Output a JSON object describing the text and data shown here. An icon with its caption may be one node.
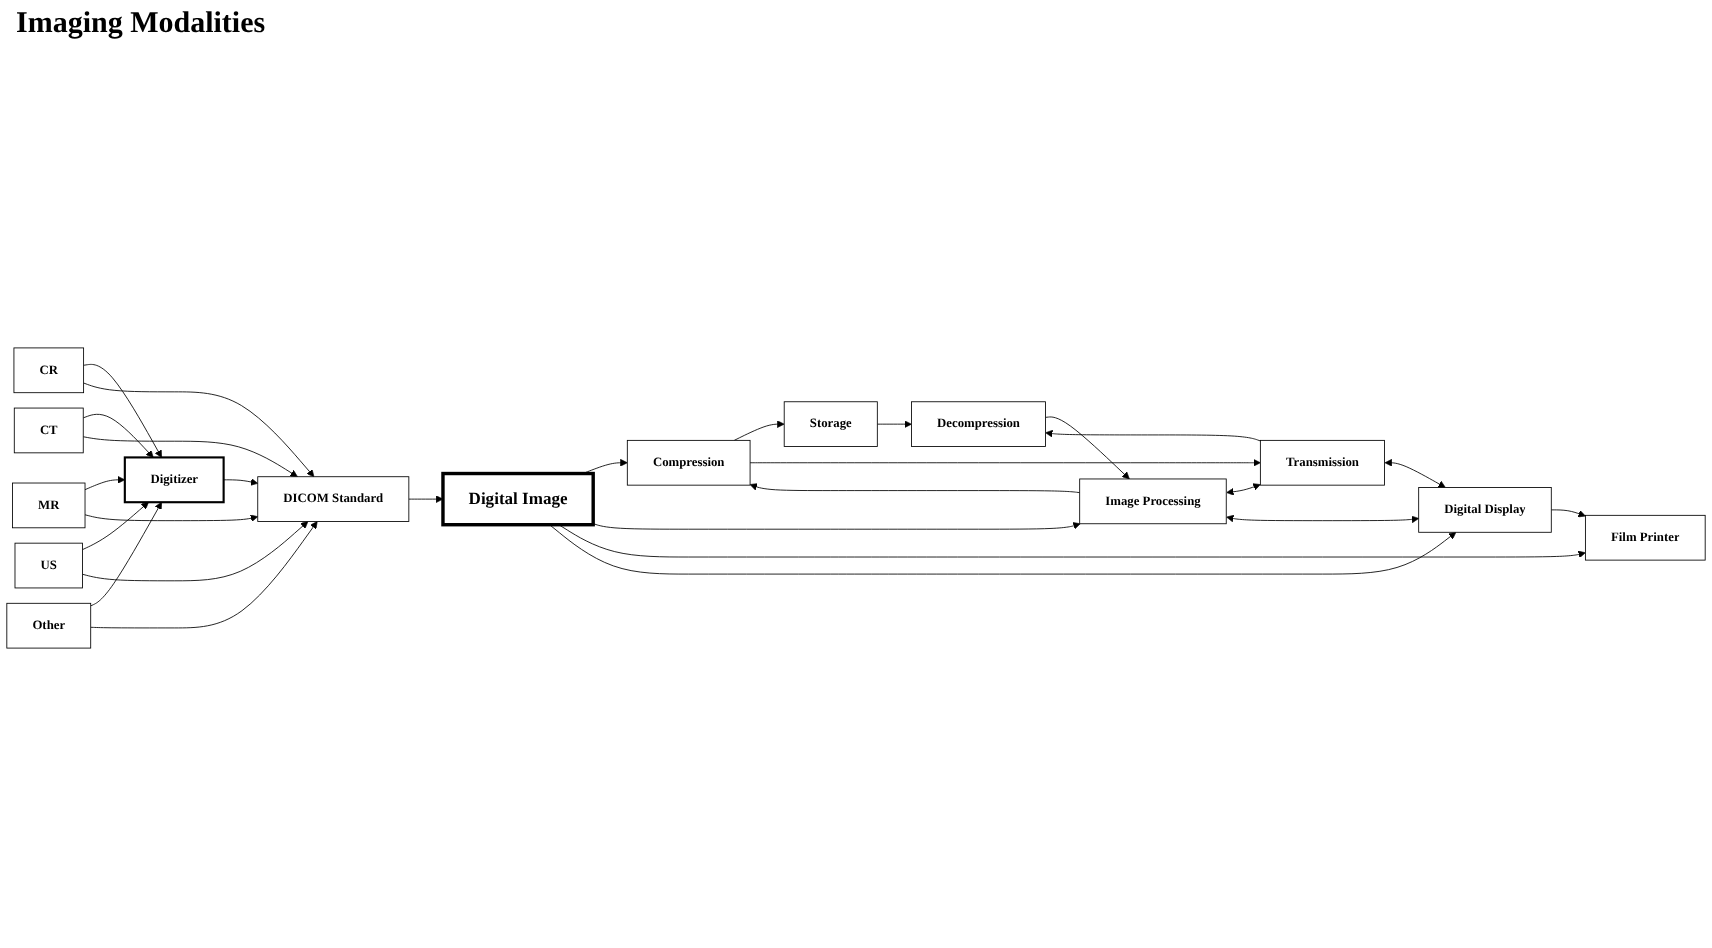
{
  "diagram": {
    "title": "Imaging Modalities",
    "nodes": [
      {
        "text": [
          "CR"
        ]
      },
      {
        "text": [
          "CT"
        ]
      },
      {
        "text": [
          "MR"
        ]
      },
      {
        "text": [
          "US"
        ]
      },
      {
        "text": [
          "Other"
        ]
      },
      {
        "text": [
          "Digitizer"
        ]
      },
      {
        "text": [
          "DICOM Standard"
        ]
      },
      {
        "text": [
          "Digital Image"
        ]
      },
      {
        "text": [
          "Compression"
        ]
      },
      {
        "text": [
          "Storage"
        ]
      },
      {
        "text": [
          "Decompression"
        ]
      },
      {
        "text": [
          "Image Processing"
        ]
      },
      {
        "text": [
          "Transmission"
        ]
      },
      {
        "text": [
          "Film Printer"
        ]
      },
      {
        "text": [
          "Digital Display"
        ]
      }
    ],
    "edges": [
      {
        "from": 0,
        "to": 5,
        "arrow": "to"
      },
      {
        "from": 1,
        "to": 5,
        "arrow": "to"
      },
      {
        "from": 2,
        "to": 5,
        "arrow": "to"
      },
      {
        "from": 3,
        "to": 5,
        "arrow": "to"
      },
      {
        "from": 4,
        "to": 5,
        "arrow": "to"
      },
      {
        "from": 0,
        "to": 6,
        "arrow": "to"
      },
      {
        "from": 1,
        "to": 6,
        "arrow": "to"
      },
      {
        "from": 2,
        "to": 6,
        "arrow": "to"
      },
      {
        "from": 3,
        "to": 6,
        "arrow": "to"
      },
      {
        "from": 4,
        "to": 6,
        "arrow": "to"
      },
      {
        "from": 5,
        "to": 6,
        "arrow": "to"
      },
      {
        "from": 6,
        "to": 7,
        "arrow": "to"
      },
      {
        "from": 7,
        "to": 8,
        "arrow": "to"
      },
      {
        "from": 7,
        "to": 11,
        "arrow": "to"
      },
      {
        "from": 7,
        "to": 13,
        "arrow": "to"
      },
      {
        "from": 7,
        "to": 14,
        "arrow": "to"
      },
      {
        "from": 8,
        "to": 9,
        "arrow": "to"
      },
      {
        "from": 8,
        "to": 12,
        "arrow": "to"
      },
      {
        "from": 11,
        "to": 8,
        "arrow": "to"
      },
      {
        "from": 9,
        "to": 10,
        "arrow": "to"
      },
      {
        "from": 10,
        "to": 11,
        "arrow": "to"
      },
      {
        "from": 12,
        "to": 10,
        "arrow": "to"
      },
      {
        "from": 11,
        "to": 12,
        "arrow": "both"
      },
      {
        "from": 11,
        "to": 14,
        "arrow": "both"
      },
      {
        "from": 12,
        "to": 14,
        "arrow": "both"
      },
      {
        "from": 14,
        "to": 13,
        "arrow": "to"
      }
    ]
  }
}
